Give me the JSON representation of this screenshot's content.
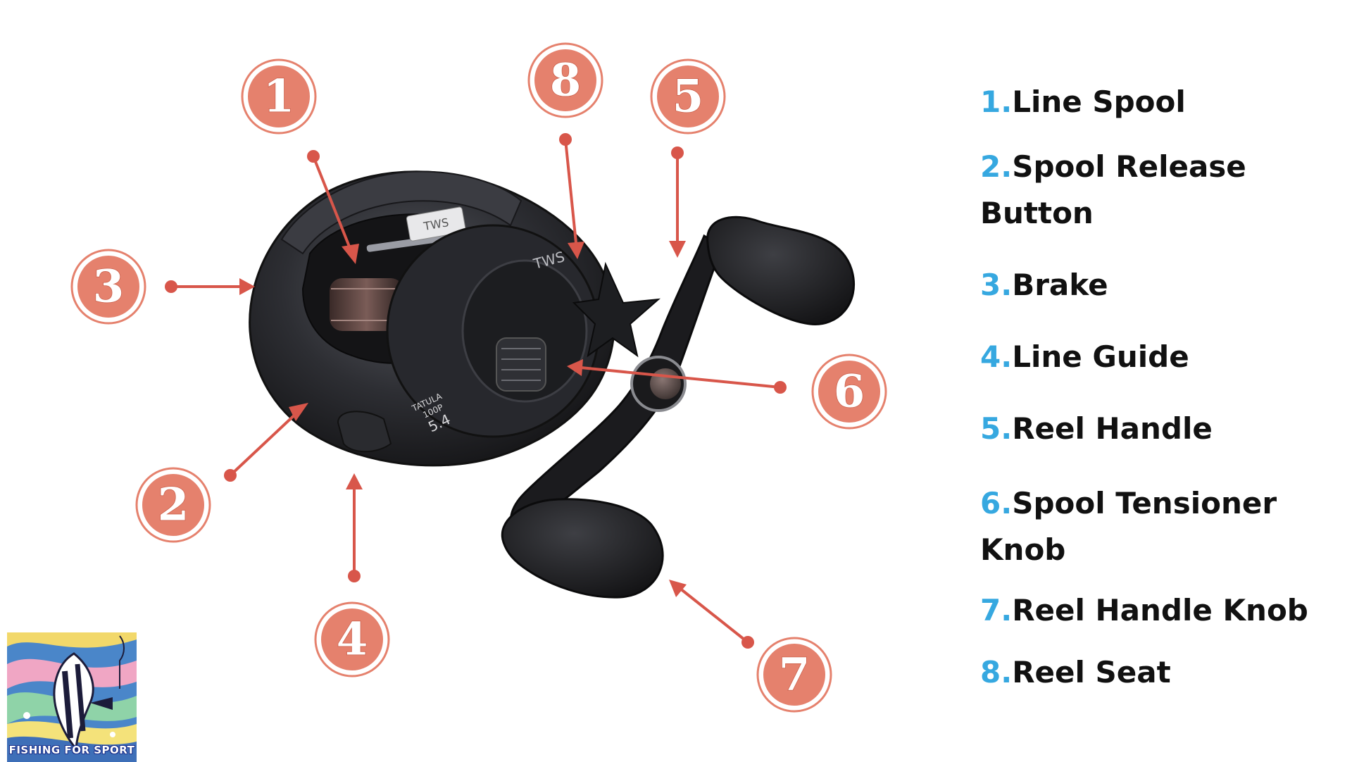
{
  "parts": [
    {
      "number": "1",
      "label": "Line Spool"
    },
    {
      "number": "2",
      "label": "Spool Release Button"
    },
    {
      "number": "3",
      "label": "Brake"
    },
    {
      "number": "4",
      "label": "Line Guide"
    },
    {
      "number": "5",
      "label": "Reel Handle"
    },
    {
      "number": "6",
      "label": "Spool Tensioner Knob"
    },
    {
      "number": "7",
      "label": "Reel Handle Knob"
    },
    {
      "number": "8",
      "label": "Reel Seat"
    }
  ],
  "reel_markings": {
    "top_plate": "TWS",
    "side_plate": "TWS",
    "model": "TATULA",
    "size": "100P",
    "ratio": "5.4"
  },
  "logo": {
    "text": "FISHING FOR SPORT"
  },
  "colors": {
    "badge": "#e5816d",
    "arrow": "#d8564a",
    "legend_number": "#36a8e0",
    "legend_text": "#111111",
    "reel_body": "#2b2c31"
  }
}
